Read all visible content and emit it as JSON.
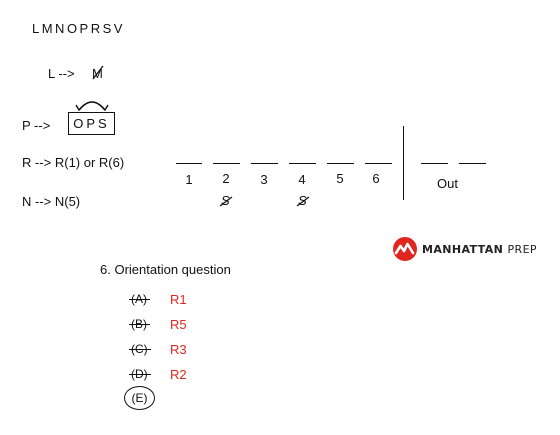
{
  "letters": "LMNOPRSV",
  "rules": {
    "l_rule": "L -->",
    "l_crossed": "M",
    "p_rule": "P -->",
    "ops_block": "OPS",
    "r_rule": "R --> R(1) or R(6)",
    "n_rule": "N --> N(5)"
  },
  "slots": {
    "numbers": [
      "1",
      "2",
      "3",
      "4",
      "5",
      "6"
    ],
    "out_label": "Out",
    "crossed_under_2": "S",
    "crossed_under_4": "S"
  },
  "brand": {
    "name": "MANHATTAN",
    "suffix": "PREP",
    "color": "#e0271f"
  },
  "question": {
    "title": "6. Orientation question",
    "choices": [
      {
        "label": "(A)",
        "eliminated_by": "R1"
      },
      {
        "label": "(B)",
        "eliminated_by": "R5"
      },
      {
        "label": "(C)",
        "eliminated_by": "R3"
      },
      {
        "label": "(D)",
        "eliminated_by": "R2"
      }
    ],
    "answer": "(E)"
  },
  "colors": {
    "ink": "#111111",
    "annotation_red": "#e0271f"
  }
}
